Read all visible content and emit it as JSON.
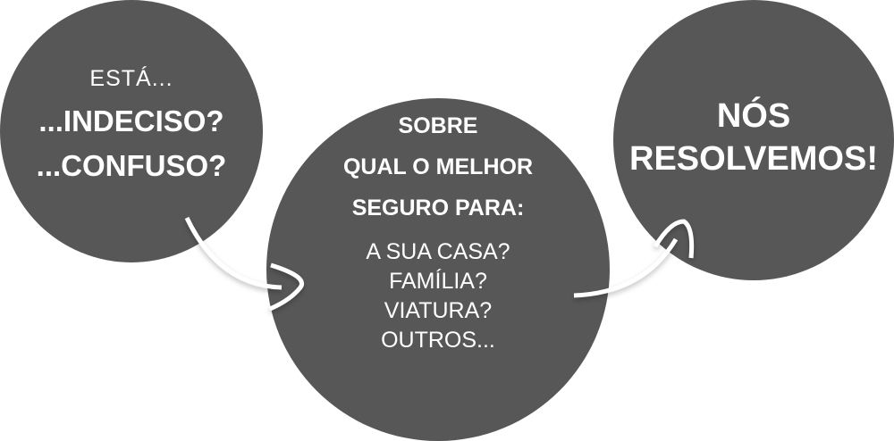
{
  "circle1": {
    "intro": "ESTÁ...",
    "lines": [
      "...INDECISO?",
      "...CONFUSO?"
    ]
  },
  "circle2": {
    "heading": [
      "SOBRE",
      "QUAL O MELHOR",
      "SEGURO PARA:"
    ],
    "items": [
      "A SUA CASA?",
      "FAMÍLIA?",
      "VIATURA?",
      "OUTROS..."
    ]
  },
  "circle3": {
    "lines": [
      "NÓS",
      "RESOLVEMOS!"
    ]
  },
  "colors": {
    "circle": "#575757",
    "text": "#ffffff"
  }
}
